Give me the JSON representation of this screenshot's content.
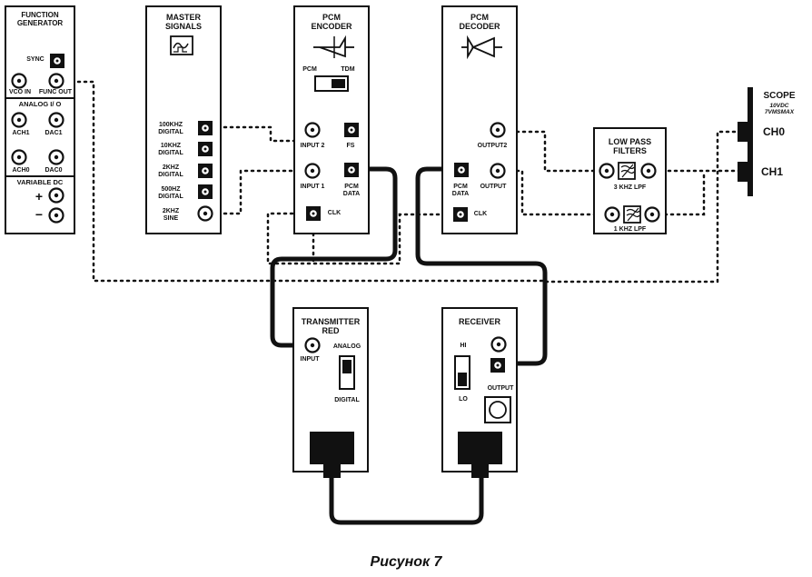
{
  "caption": "Рисунок 7",
  "function_generator": {
    "title": "FUNCTION\nGENERATOR",
    "sync": "SYNC",
    "vco_in": "VCO IN",
    "func_out": "FUNC OUT",
    "analog_io": "ANALOG I/ O",
    "ach1": "ACH1",
    "dac1": "DAC1",
    "ach0": "ACH0",
    "dac0": "DAC0",
    "variable_dc": "VARIABLE DC",
    "plus": "+",
    "minus": "−"
  },
  "master_signals": {
    "title": "MASTER\nSIGNALS",
    "s100k": "100kHz\nDIGITAL",
    "s10k": "10kHz\nDIGITAL",
    "s2k": "2kHz\nDIGITAL",
    "s500": "500Hz\nDIGITAL",
    "s2kSine": "2kHz\nSINE"
  },
  "pcm_encoder": {
    "title": "PCM\nENCODER",
    "pcm": "PCM",
    "tdm": "TDM",
    "input2": "INPUT 2",
    "fs": "FS",
    "input1": "INPUT 1",
    "pcm_data": "PCM\nDATA",
    "clk": "CLK"
  },
  "pcm_decoder": {
    "title": "PCM\nDECODER",
    "output2": "OUTPUT2",
    "pcm_data": "PCM\nDATA",
    "output": "OUTPUT",
    "clk": "CLK"
  },
  "lpf": {
    "title": "LOW PASS\nFILTERS",
    "lpf3k": "3 kHz LPF",
    "lpf1k": "1 kHz LPF"
  },
  "scope": {
    "title": "SCOPE",
    "sub": "10VDC\n7Vmsmax",
    "ch0": "CH0",
    "ch1": "CH1"
  },
  "transmitter": {
    "title": "TRANSMITTER\nRED",
    "input": "INPUT",
    "analog": "ANALOG",
    "digital": "DIGITAL"
  },
  "receiver": {
    "title": "RECEIVER",
    "hi": "HI",
    "lo": "LO",
    "output": "OUTPUT"
  }
}
